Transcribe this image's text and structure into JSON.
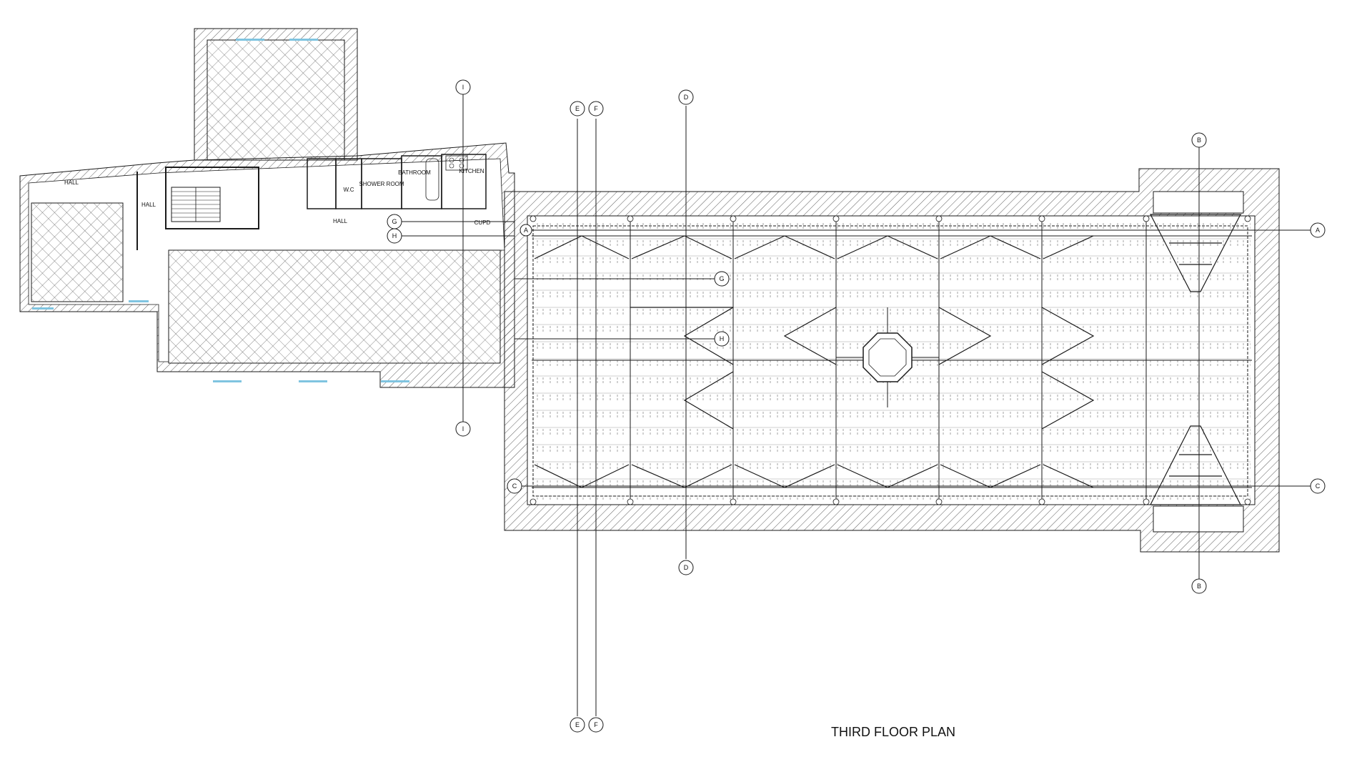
{
  "title": "THIRD FLOOR PLAN",
  "rooms": {
    "hall_west": "HALL",
    "hall_stair": "HALL",
    "hall_main": "HALL",
    "wc": "W.C",
    "shower_room": "SHOWER ROOM",
    "bathroom": "BATHROOM",
    "kitchen": "KITCHEN",
    "cupd": "CUPD"
  },
  "grid_markers": {
    "a": "A",
    "b": "B",
    "c": "C",
    "d": "D",
    "e": "E",
    "f": "F",
    "g": "G",
    "h": "H",
    "i": "I"
  },
  "colors": {
    "line": "#1a1a1a",
    "window": "#7fc4e0",
    "background": "#ffffff"
  }
}
